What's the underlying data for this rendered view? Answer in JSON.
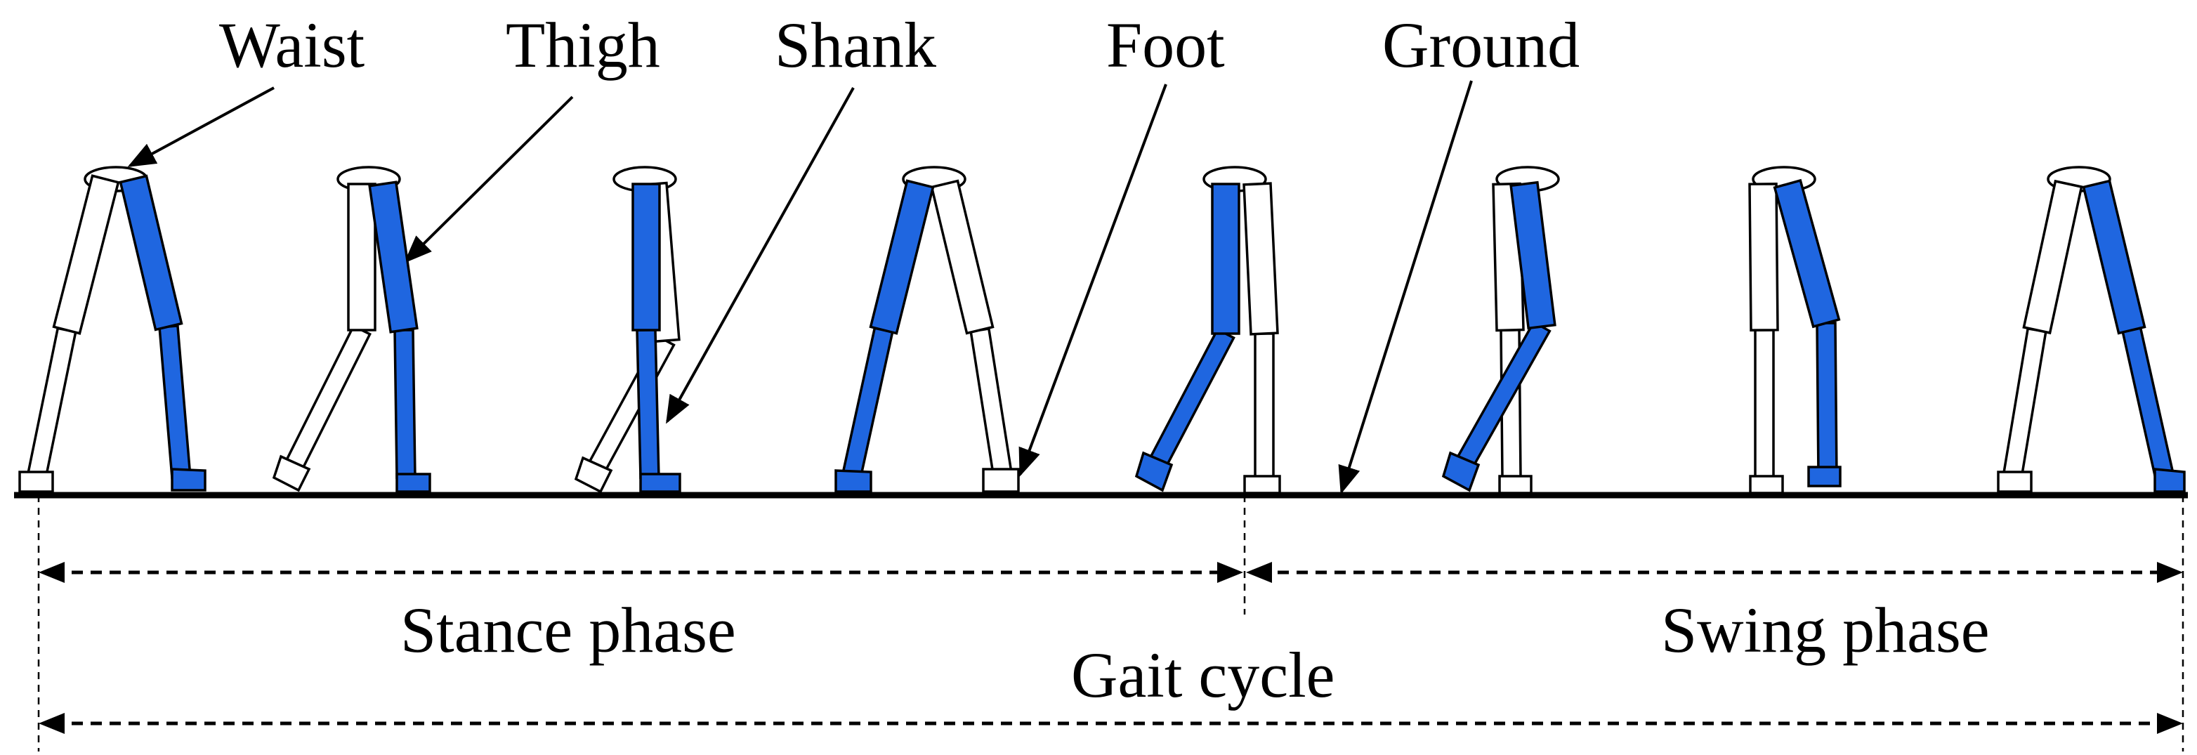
{
  "labels": {
    "waist": "Waist",
    "thigh": "Thigh",
    "shank": "Shank",
    "foot": "Foot",
    "ground": "Ground"
  },
  "phases": {
    "stance": "Stance phase",
    "swing": "Swing phase",
    "cycle": "Gait cycle"
  },
  "colors": {
    "right_leg": "#1f66e0",
    "left_leg": "#ffffff",
    "outline": "#000000"
  }
}
